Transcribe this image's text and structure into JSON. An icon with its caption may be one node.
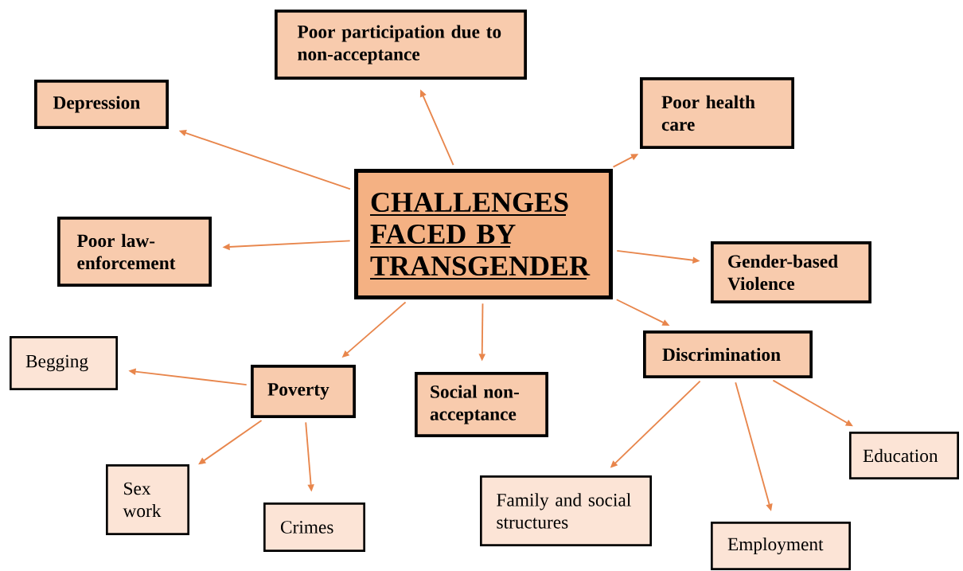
{
  "diagram": {
    "nodes": [
      {
        "text": [
          "Poor participation due to non-acceptance"
        ]
      },
      {
        "text": [
          "Depression"
        ]
      },
      {
        "text": [
          "Poor health care"
        ]
      },
      {
        "text": [
          "CHALLENGES FACED BY TRANSGENDER"
        ]
      },
      {
        "text": [
          "Poor law-enforcement"
        ]
      },
      {
        "text": [
          "Gender-based Violence"
        ]
      },
      {
        "text": [
          "Discrimination"
        ]
      },
      {
        "text": [
          "Begging"
        ]
      },
      {
        "text": [
          "Poverty"
        ]
      },
      {
        "text": [
          "Social non-acceptance"
        ]
      },
      {
        "text": [
          "Education"
        ]
      },
      {
        "text": [
          "Sex work"
        ]
      },
      {
        "text": [
          "Family and social structures"
        ]
      },
      {
        "text": [
          "Crimes"
        ]
      },
      {
        "text": [
          "Employment"
        ]
      }
    ],
    "edges": [
      {
        "from": 3,
        "to": 0,
        "arrow": "to"
      },
      {
        "from": 3,
        "to": 1,
        "arrow": "to"
      },
      {
        "from": 3,
        "to": 2,
        "arrow": "to"
      },
      {
        "from": 3,
        "to": 4,
        "arrow": "to"
      },
      {
        "from": 3,
        "to": 5,
        "arrow": "to"
      },
      {
        "from": 3,
        "to": 8,
        "arrow": "to"
      },
      {
        "from": 3,
        "to": 9,
        "arrow": "to"
      },
      {
        "from": 3,
        "to": 6,
        "arrow": "to"
      },
      {
        "from": 8,
        "to": 7,
        "arrow": "to"
      },
      {
        "from": 8,
        "to": 11,
        "arrow": "to"
      },
      {
        "from": 8,
        "to": 13,
        "arrow": "to"
      },
      {
        "from": 6,
        "to": 12,
        "arrow": "to"
      },
      {
        "from": 6,
        "to": 14,
        "arrow": "to"
      },
      {
        "from": 6,
        "to": 10,
        "arrow": "to"
      }
    ]
  }
}
